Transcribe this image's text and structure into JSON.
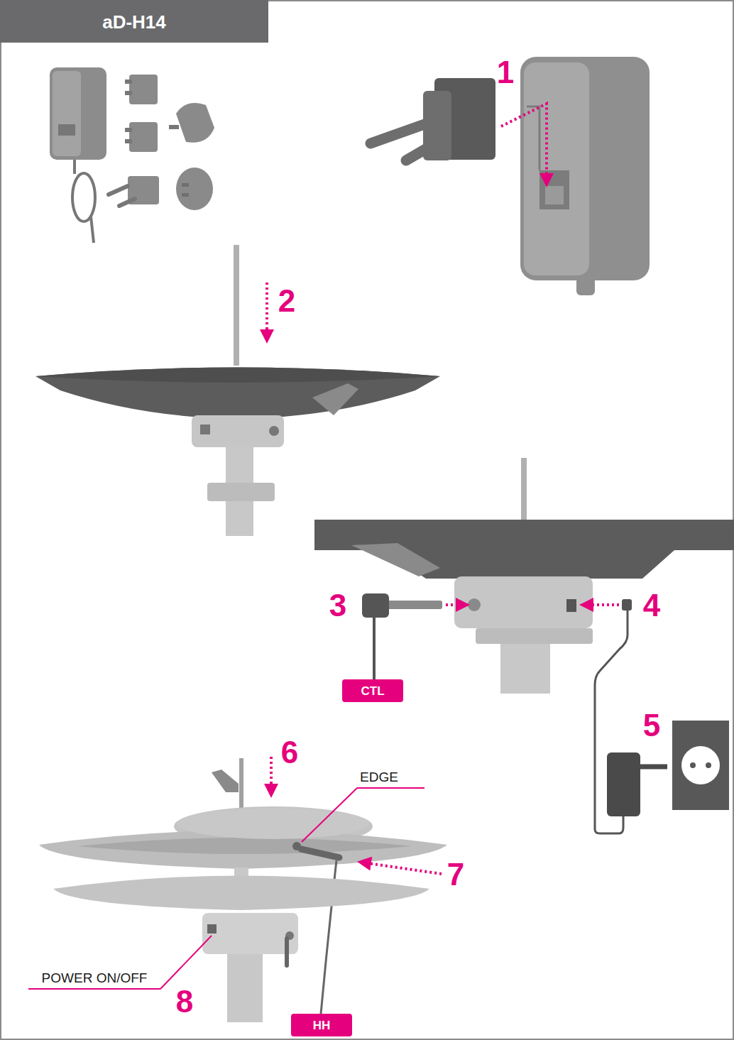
{
  "diagram": {
    "title": "aD-H14",
    "nodes": [
      {
        "text": [
          "CTL"
        ]
      },
      {
        "text": [
          "HH"
        ]
      }
    ],
    "labels": [
      "1",
      "2",
      "3",
      "4",
      "5",
      "6",
      "EDGE",
      "7",
      "POWER ON/OFF",
      "8"
    ]
  }
}
